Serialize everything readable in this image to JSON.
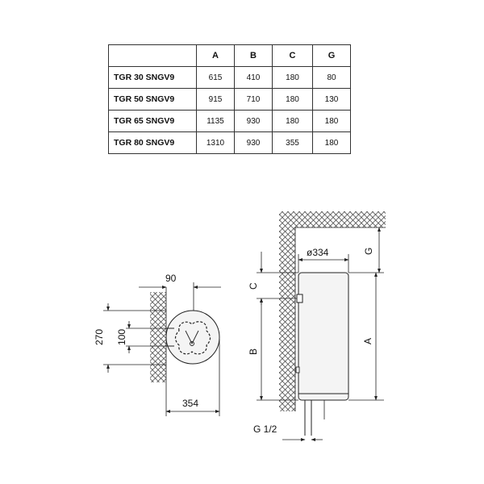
{
  "table": {
    "headers": [
      "",
      "A",
      "B",
      "C",
      "G"
    ],
    "rows": [
      [
        "TGR 30 SNGV9",
        "615",
        "410",
        "180",
        "80"
      ],
      [
        "TGR 50 SNGV9",
        "915",
        "710",
        "180",
        "130"
      ],
      [
        "TGR 65 SNGV9",
        "1135",
        "930",
        "180",
        "180"
      ],
      [
        "TGR 80 SNGV9",
        "1310",
        "930",
        "355",
        "180"
      ]
    ]
  },
  "top_view": {
    "dim_90": "90",
    "dim_270": "270",
    "dim_100": "100",
    "dim_354": "354"
  },
  "side_view": {
    "dim_diameter": "ø334",
    "label_g": "G",
    "label_c": "C",
    "label_b": "B",
    "label_a": "A",
    "label_pipe": "G 1/2"
  },
  "colors": {
    "line": "#222222",
    "tank_fill": "#f4f4f4"
  }
}
